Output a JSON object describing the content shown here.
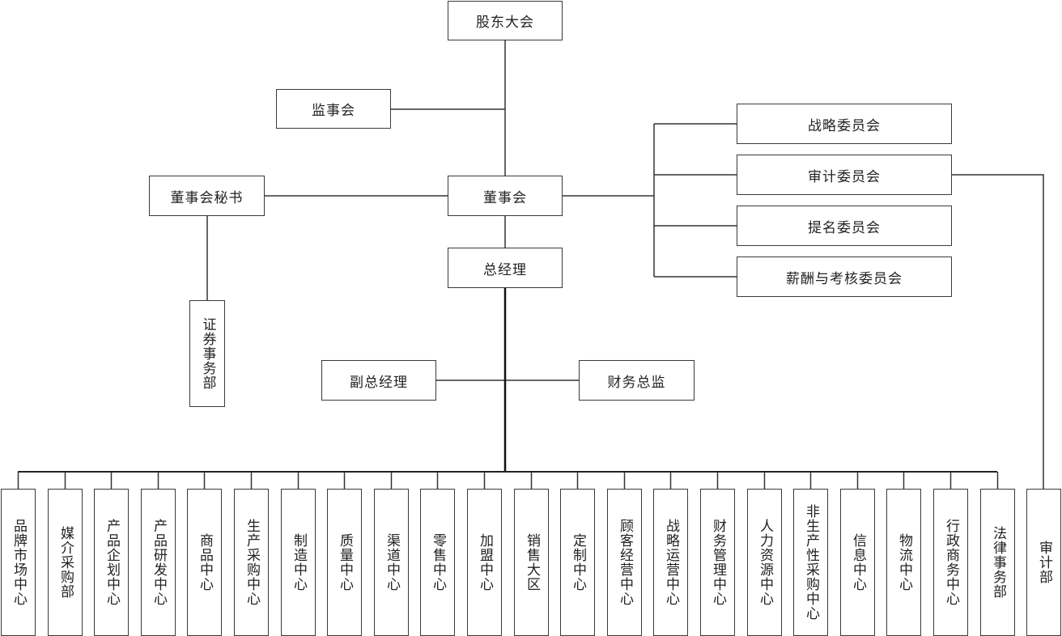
{
  "title": "组织结构图",
  "colors": {
    "line": "#333333",
    "border": "#3a3a3a",
    "background": "#ffffff"
  },
  "nodes": {
    "shareholders": "股东大会",
    "supervisors": "监事会",
    "board": "董事会",
    "board_secretary": "董事会秘书",
    "securities_dept": "证券事务部",
    "general_manager": "总经理",
    "deputy_gm": "副总经理",
    "cfo": "财务总监"
  },
  "committees": [
    "战略委员会",
    "审计委员会",
    "提名委员会",
    "薪酬与考核委员会"
  ],
  "departments": [
    "品牌市场中心",
    "媒介采购部",
    "产品企划中心",
    "产品研发中心",
    "商品中心",
    "生产采购中心",
    "制造中心",
    "质量中心",
    "渠道中心",
    "零售中心",
    "加盟中心",
    "销售大区",
    "定制中心",
    "顾客经营中心",
    "战略运营中心",
    "财务管理中心",
    "人力资源中心",
    "非生产性采购中心",
    "信息中心",
    "物流中心",
    "行政商务中心",
    "法律事务部"
  ],
  "audit_dept": "审计部"
}
